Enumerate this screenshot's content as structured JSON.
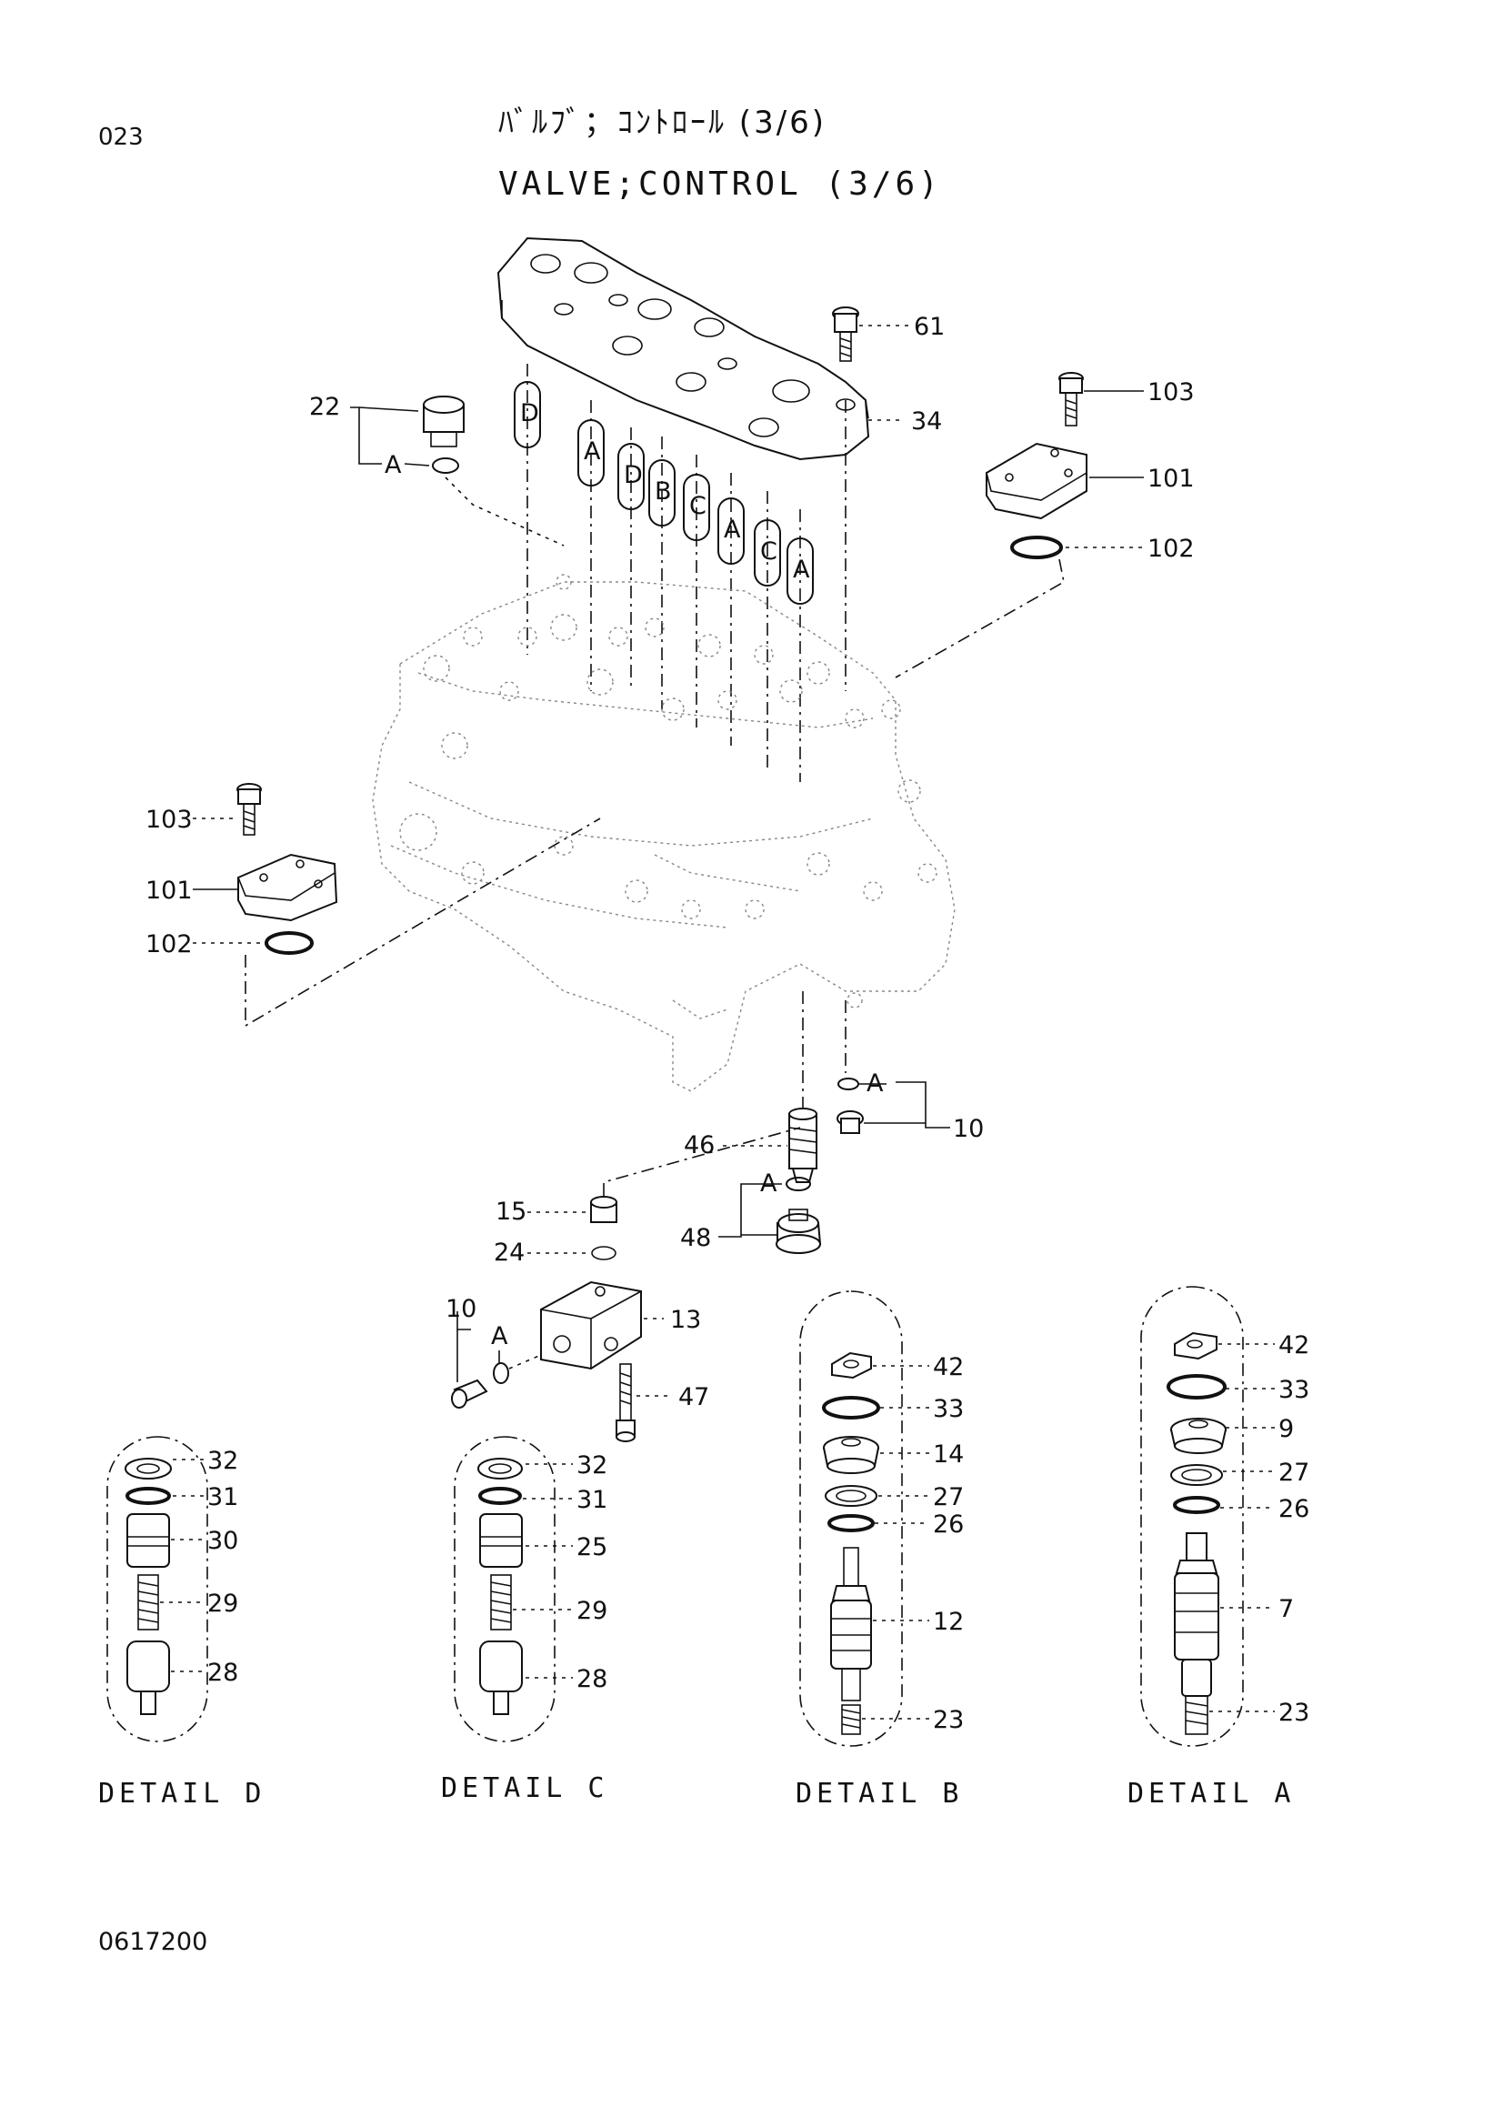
{
  "header": {
    "page_number": "023",
    "title_jp": "ﾊﾞﾙﾌﾞ；ｺﾝﾄﾛｰﾙ (3/6)",
    "title_en": "VALVE;CONTROL (3/6)"
  },
  "footer": {
    "doc_number": "0617200"
  },
  "spool_tags": [
    "D",
    "A",
    "D",
    "B",
    "C",
    "A",
    "C",
    "A"
  ],
  "callouts": {
    "c22": "22",
    "cA1": "A",
    "c61": "61",
    "c34": "34",
    "c103r": "103",
    "c101r": "101",
    "c102r": "102",
    "c103l": "103",
    "c101l": "101",
    "c102l": "102",
    "cA2": "A",
    "c10a": "10",
    "c46": "46",
    "cA3": "A",
    "c48": "48",
    "c15": "15",
    "c24": "24",
    "c10b": "10",
    "cA4": "A",
    "c13": "13",
    "c47": "47"
  },
  "details": {
    "D": {
      "label": "DETAIL D",
      "parts": [
        "32",
        "31",
        "30",
        "29",
        "28"
      ]
    },
    "C": {
      "label": "DETAIL C",
      "parts": [
        "32",
        "31",
        "25",
        "29",
        "28"
      ]
    },
    "B": {
      "label": "DETAIL B",
      "parts": [
        "42",
        "33",
        "14",
        "27",
        "26",
        "12",
        "23"
      ]
    },
    "A": {
      "label": "DETAIL A",
      "parts": [
        "42",
        "33",
        "9",
        "27",
        "26",
        "7",
        "23"
      ]
    }
  }
}
